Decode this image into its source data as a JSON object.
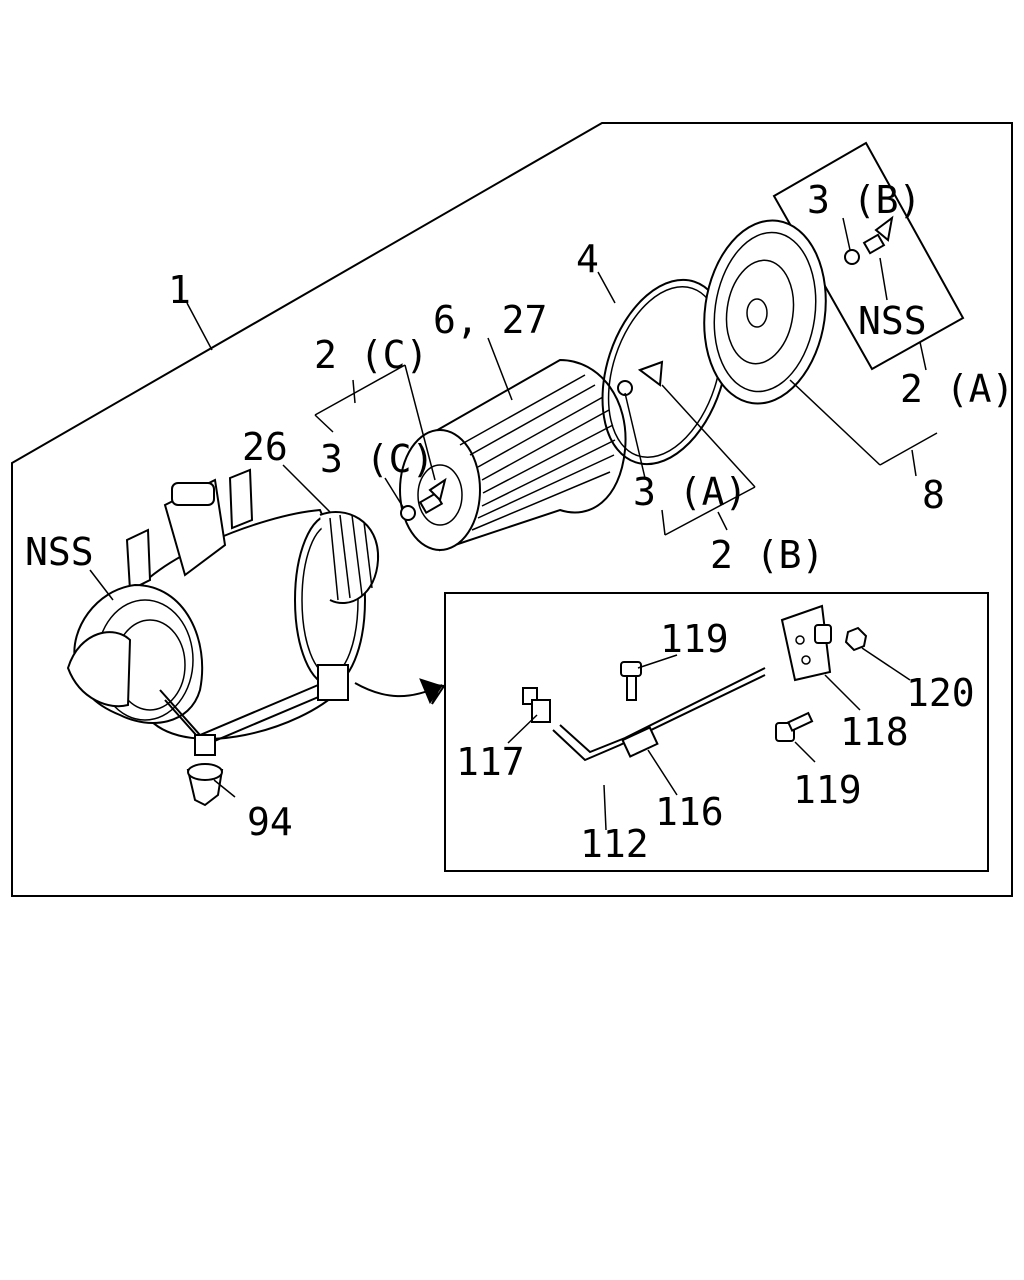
{
  "labels": {
    "assembly": "1",
    "filter": "6, 27",
    "wing_c": "2 (C)",
    "washer_c": "3 (C)",
    "housing_seal": "26",
    "nss_left": "NSS",
    "valve": "94",
    "ring": "4",
    "washer_a": "3 (A)",
    "wing_b": "2 (B)",
    "washer_b": "3 (B)",
    "nss_right": "NSS",
    "wing_a": "2 (A)",
    "cover": "8",
    "bolt_top": "119",
    "nut": "120",
    "bracket": "118",
    "bolt_bottom": "119",
    "sensor": "117",
    "clip": "116",
    "pipe": "112"
  }
}
